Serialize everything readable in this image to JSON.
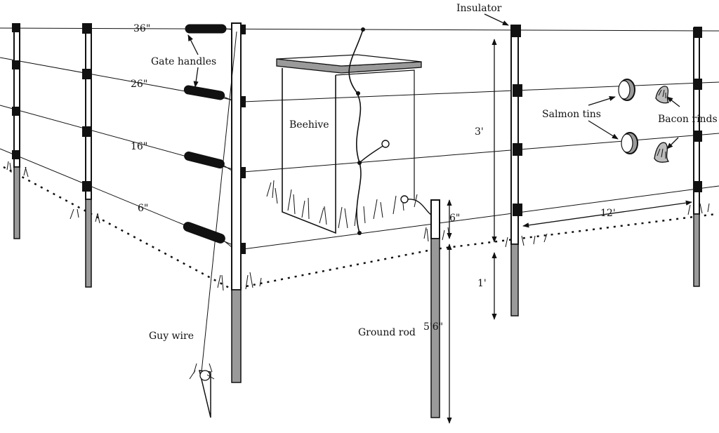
{
  "labels": {
    "insulator": "Insulator",
    "gate_handles": "Gate handles",
    "beehive": "Beehive",
    "salmon_tins": "Salmon tins",
    "bacon_rinds": "Bacon rinds",
    "guy_wire": "Guy wire",
    "ground_rod": "Ground rod"
  },
  "wire_heights": {
    "h36": "36\"",
    "h26": "26\"",
    "h16": "16\"",
    "h6": "6\""
  },
  "dimensions": {
    "post_above": "3'",
    "post_below": "1'",
    "rod_above": "6\"",
    "rod_below": "5'6\"",
    "post_spacing": "12'"
  },
  "colors": {
    "ink": "#111111",
    "ground_section": "#9a9a9a",
    "background": "#ffffff"
  }
}
